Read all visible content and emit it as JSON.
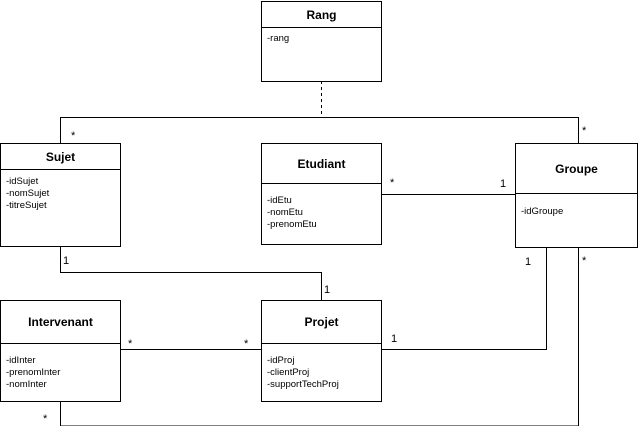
{
  "classes": {
    "rang": {
      "name": "Rang",
      "attributes": [
        "-rang"
      ]
    },
    "sujet": {
      "name": "Sujet",
      "attributes": [
        "-idSujet",
        "-nomSujet",
        "-titreSujet"
      ]
    },
    "etudiant": {
      "name": "Etudiant",
      "attributes": [
        "-idEtu",
        "-nomEtu",
        "-prenomEtu"
      ]
    },
    "groupe": {
      "name": "Groupe",
      "attributes": [
        "-idGroupe"
      ]
    },
    "intervenant": {
      "name": "Intervenant",
      "attributes": [
        "-idInter",
        "-prenomInter",
        "-nomInter"
      ]
    },
    "projet": {
      "name": "Projet",
      "attributes": [
        "-idProj",
        "-clientProj",
        "-supportTechProj"
      ]
    }
  },
  "multiplicities": {
    "sujet_rang": "*",
    "groupe_rang": "*",
    "etudiant_groupe_etudiant": "*",
    "etudiant_groupe_groupe": "1",
    "sujet_projet_sujet": "1",
    "sujet_projet_projet": "1",
    "intervenant_projet_intervenant": "*",
    "intervenant_projet_projet": "*",
    "groupe_projet_groupe": "1",
    "groupe_projet_projet": "1",
    "groupe_intervenant_groupe": "*",
    "groupe_intervenant_intervenant": "*"
  }
}
